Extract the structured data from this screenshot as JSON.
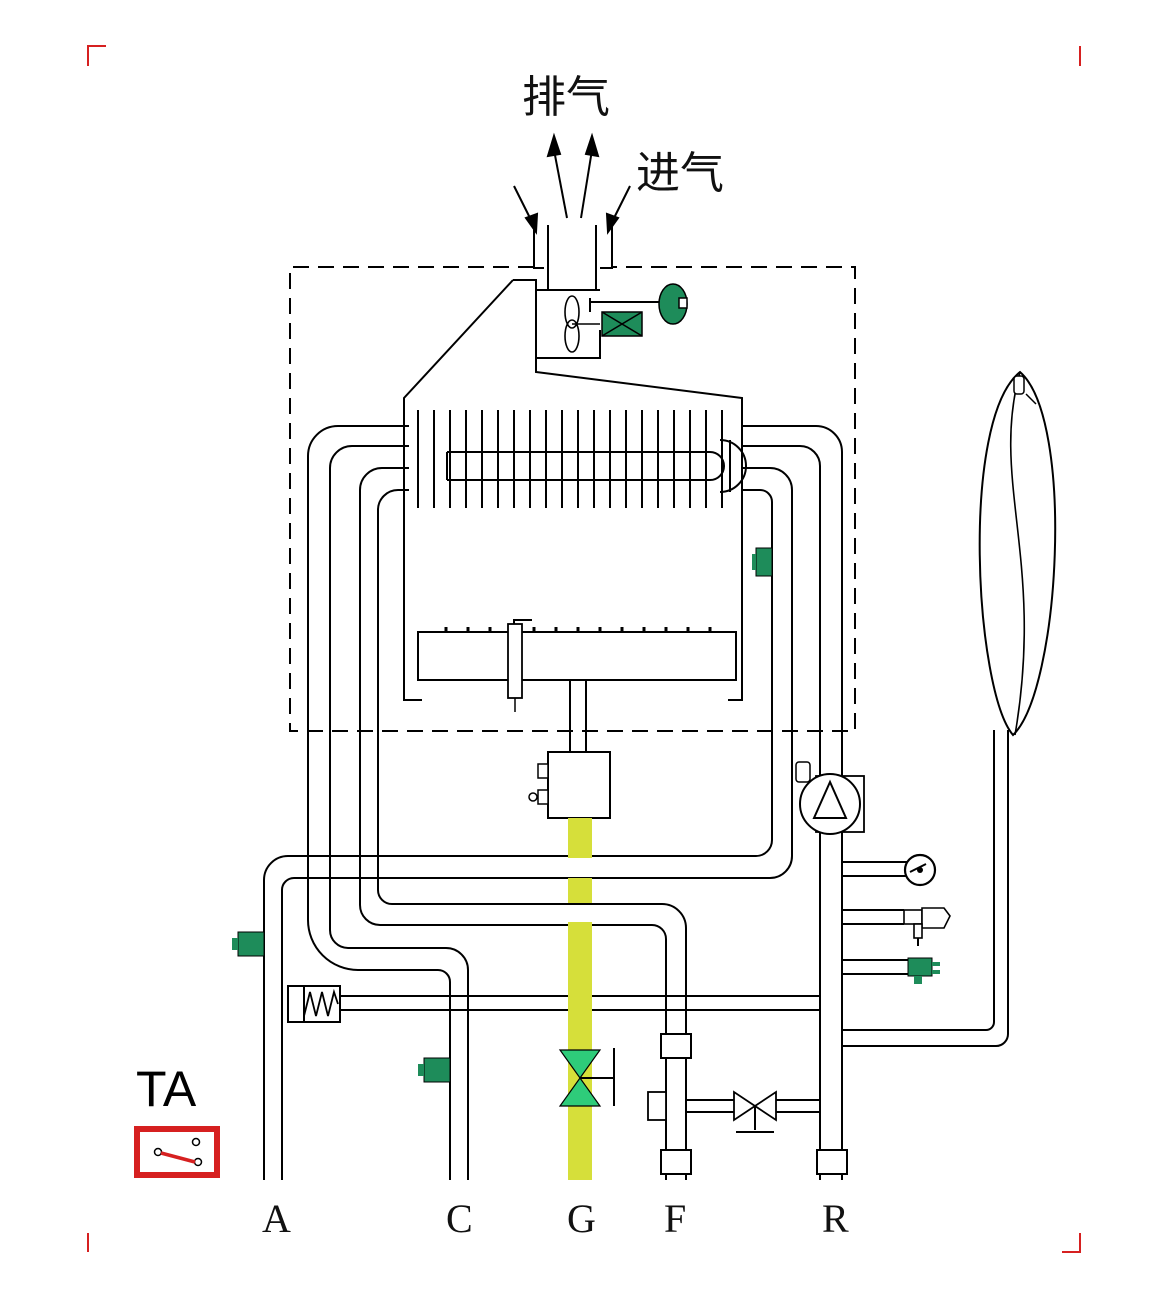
{
  "labels": {
    "exhaust": "排气",
    "intake": "进气",
    "thermostat": "TA"
  },
  "ports": [
    "A",
    "C",
    "G",
    "F",
    "R"
  ],
  "colors": {
    "component_green": "#1e8c5a",
    "valve_green": "#2ecc7a",
    "gas_yellow": "#d6df3a",
    "thermostat_red": "#d62020",
    "corner_mark_red": "#d62020"
  },
  "components": [
    "fan",
    "air-pressure-switch",
    "heat-exchanger",
    "burner",
    "gas-valve",
    "pump",
    "expansion-vessel",
    "pressure-gauge",
    "safety-valve",
    "drain-valve",
    "temperature-sensor",
    "flow-switch",
    "gas-cock",
    "fill-valve",
    "room-thermostat"
  ]
}
